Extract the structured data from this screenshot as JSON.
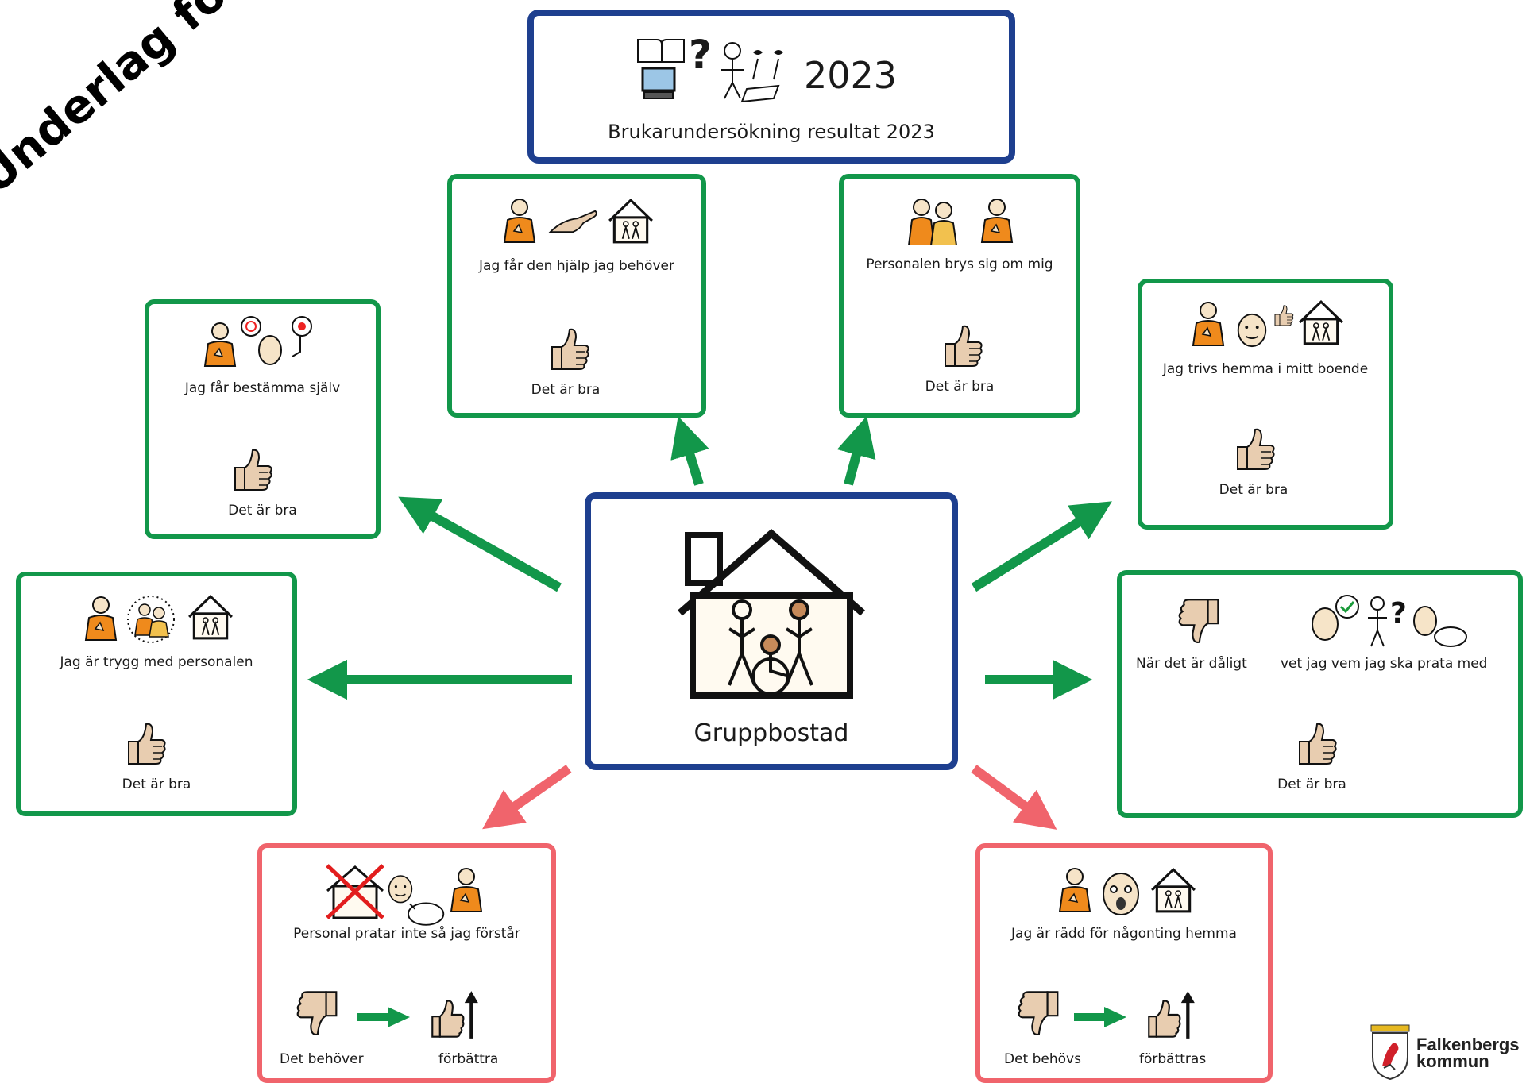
{
  "watermark": "Underlag för uppföljning",
  "header": {
    "year": "2023",
    "title": "Brukarundersökning resultat 2023"
  },
  "center": {
    "label": "Gruppbostad"
  },
  "cards": {
    "help": {
      "statement": "Jag får den hjälp jag behöver",
      "rating": "Det är bra"
    },
    "cares": {
      "statement": "Personalen brys sig om mig",
      "rating": "Det är bra"
    },
    "decide": {
      "statement": "Jag får bestämma själv",
      "rating": "Det är bra"
    },
    "thrive": {
      "statement": "Jag trivs hemma i mitt boende",
      "rating": "Det är bra"
    },
    "safe": {
      "statement": "Jag är trygg med personalen",
      "rating": "Det är bra"
    },
    "talk": {
      "statement_left": "När det är dåligt",
      "statement_right": "vet jag vem jag ska prata med",
      "rating": "Det är bra"
    },
    "understand": {
      "statement": "Personal pratar inte så jag förstår",
      "rating_left": "Det behöver",
      "rating_right": "förbättra"
    },
    "afraid": {
      "statement": "Jag är rädd för någonting hemma",
      "rating_left": "Det behövs",
      "rating_right": "förbättras"
    }
  },
  "logo": {
    "line1": "Falkenbergs",
    "line2": "kommun"
  },
  "colors": {
    "positive": "#12974a",
    "negative": "#f0646c",
    "center": "#1e3f8f"
  }
}
